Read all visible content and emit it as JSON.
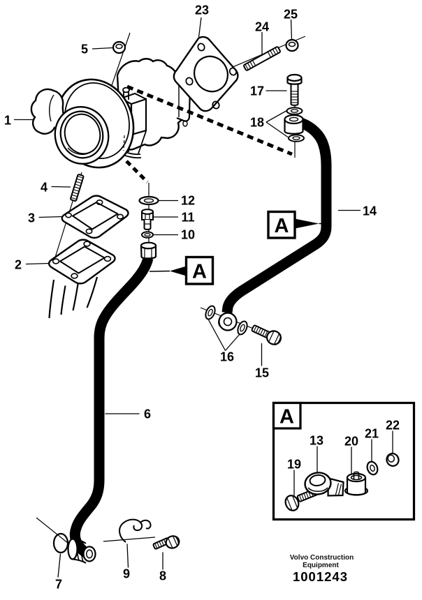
{
  "figure": {
    "detail_marker": "A",
    "callouts": {
      "1": "1",
      "2": "2",
      "3": "3",
      "4": "4",
      "5": "5",
      "6": "6",
      "7": "7",
      "8": "8",
      "9": "9",
      "10": "10",
      "11": "11",
      "12": "12",
      "13": "13",
      "14": "14",
      "15": "15",
      "16": "16",
      "17": "17",
      "18": "18",
      "19": "19",
      "20": "20",
      "21": "21",
      "22": "22",
      "23": "23",
      "24": "24",
      "25": "25"
    },
    "footer": {
      "company_line1": "Volvo Construction",
      "company_line2": "Equipment",
      "figure_number": "1001243"
    },
    "colors": {
      "line": "#000000",
      "background": "#ffffff"
    }
  }
}
